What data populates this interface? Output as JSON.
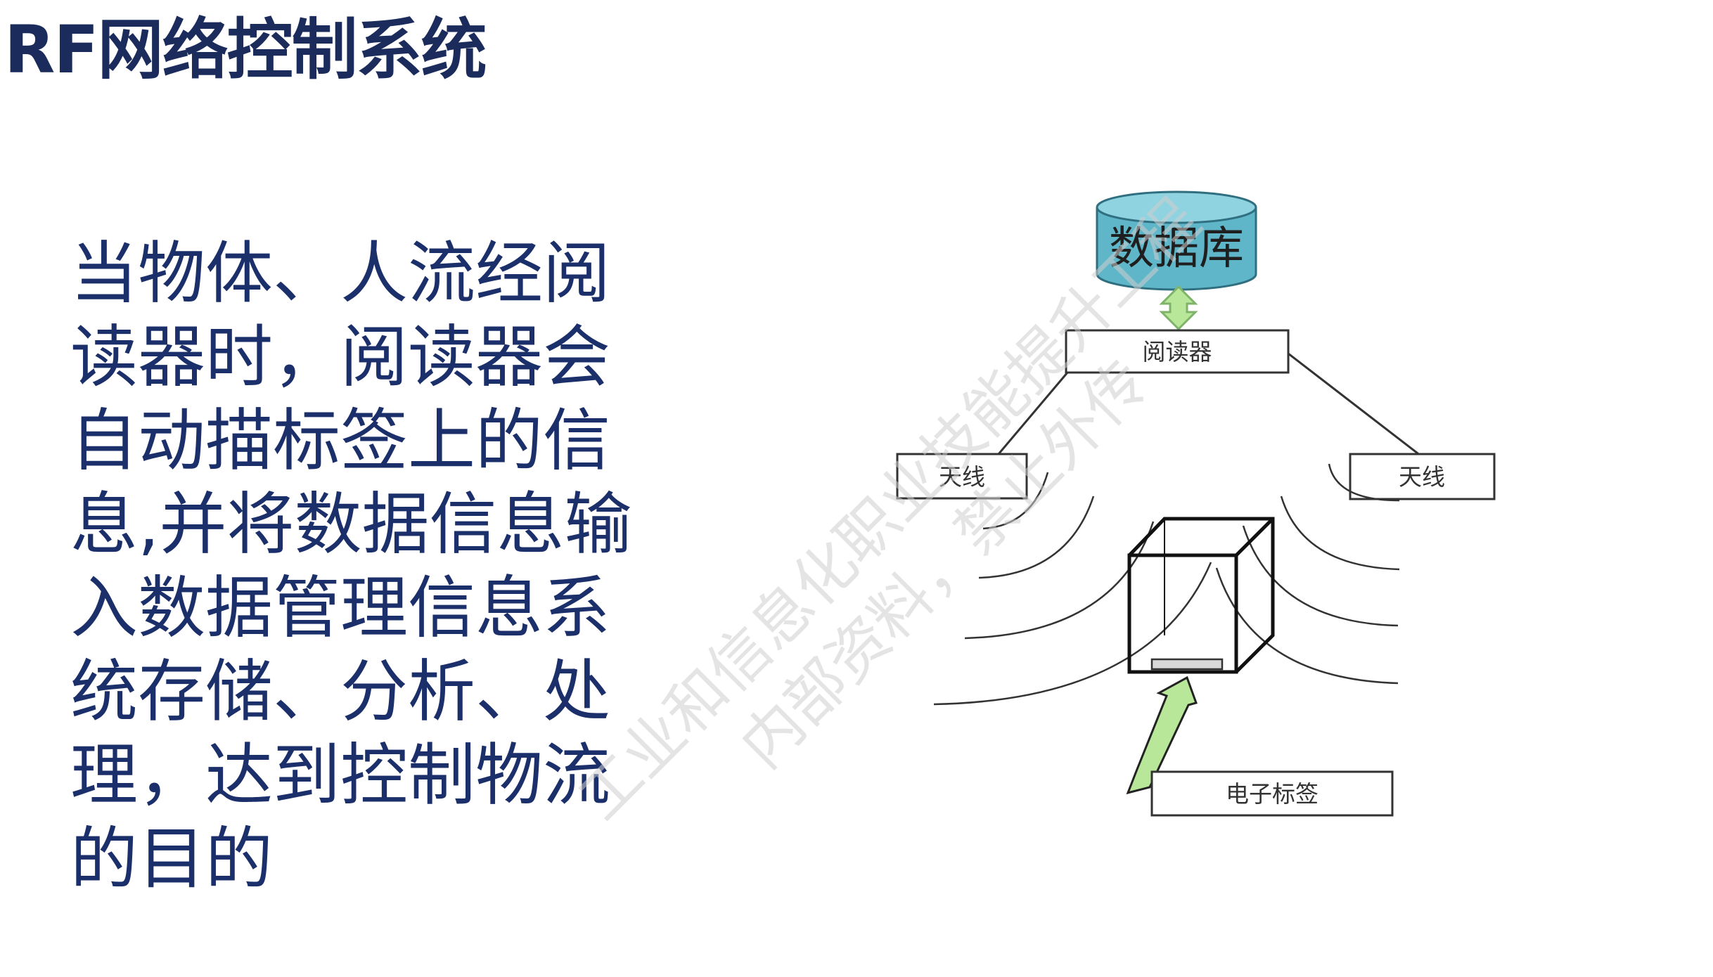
{
  "slide": {
    "title": "RF网络控制系统"
  },
  "body": {
    "lines": [
      "当物体、人流经阅",
      "读器时，阅读器会",
      "自动描标签上的信",
      "息,并将数据信息输",
      "入数据管理信息系",
      "统存储、分析、处",
      "理，达到控制物流",
      "的目的"
    ]
  },
  "diagram": {
    "database_label": "数据库",
    "reader_label": "阅读器",
    "antenna_left_label": "天线",
    "antenna_right_label": "天线",
    "tag_label": "电子标签"
  },
  "watermark": {
    "line1": "工业和信息化职业技能提升工程",
    "line2": "内部资料，禁止外传"
  },
  "colors": {
    "title": "#1a2b5c",
    "body_text": "#1b2f6b",
    "database_fill": "#5fb6c8",
    "database_top": "#8fd3e0",
    "arrow_fill": "#b9e79a",
    "arrow_stroke": "#7fb36a"
  }
}
